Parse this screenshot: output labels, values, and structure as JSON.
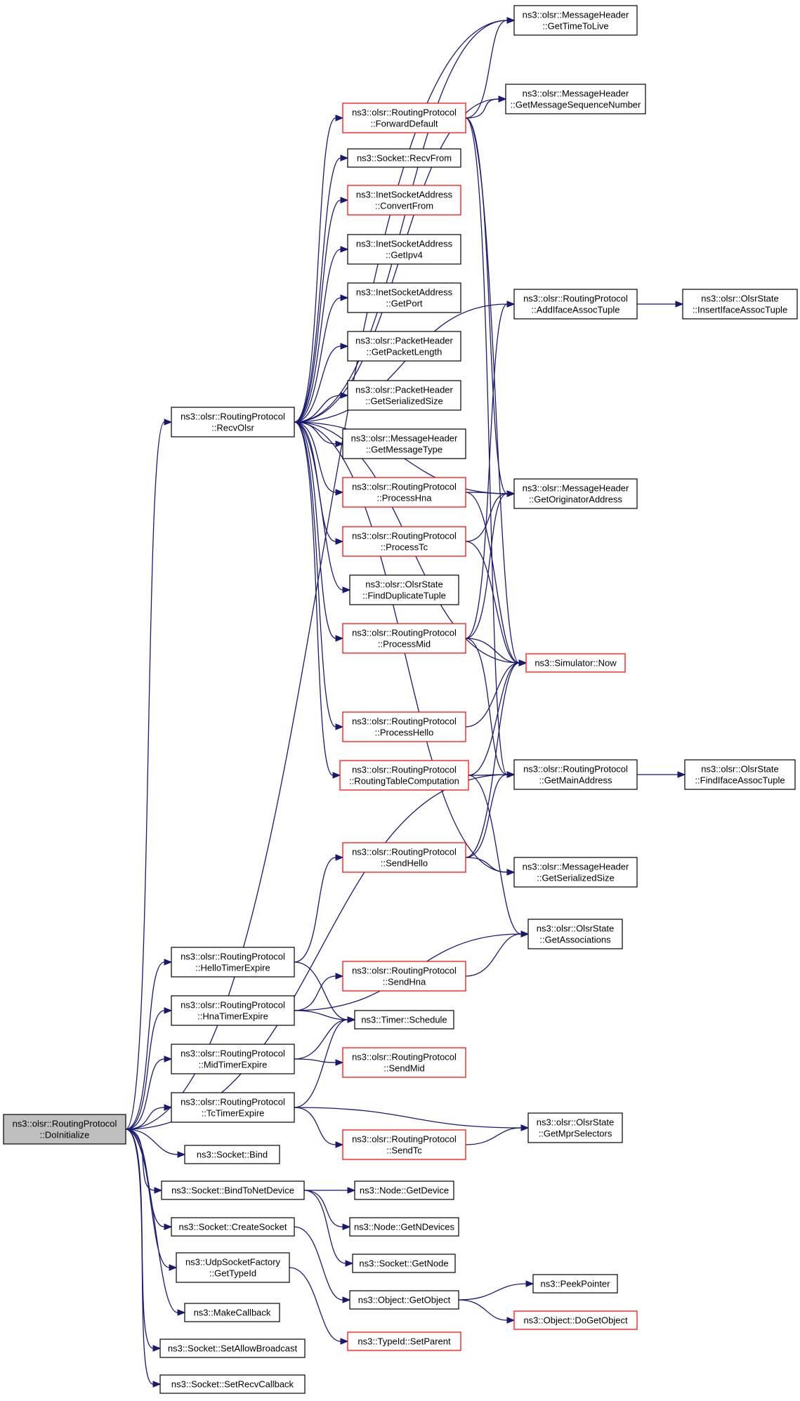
{
  "nodes": [
    {
      "id": "doinit",
      "lines": [
        "ns3::olsr::RoutingProtocol",
        "::DoInitialize"
      ],
      "style": "root"
    },
    {
      "id": "recvolsr",
      "lines": [
        "ns3::olsr::RoutingProtocol",
        "::RecvOlsr"
      ],
      "style": "black"
    },
    {
      "id": "hellotimer",
      "lines": [
        "ns3::olsr::RoutingProtocol",
        "::HelloTimerExpire"
      ],
      "style": "black"
    },
    {
      "id": "hnatimer",
      "lines": [
        "ns3::olsr::RoutingProtocol",
        "::HnaTimerExpire"
      ],
      "style": "black"
    },
    {
      "id": "midtimer",
      "lines": [
        "ns3::olsr::RoutingProtocol",
        "::MidTimerExpire"
      ],
      "style": "black"
    },
    {
      "id": "tctimer",
      "lines": [
        "ns3::olsr::RoutingProtocol",
        "::TcTimerExpire"
      ],
      "style": "black"
    },
    {
      "id": "bind",
      "lines": [
        "ns3::Socket::Bind"
      ],
      "style": "black"
    },
    {
      "id": "bindnet",
      "lines": [
        "ns3::Socket::BindToNetDevice"
      ],
      "style": "black"
    },
    {
      "id": "createsock",
      "lines": [
        "ns3::Socket::CreateSocket"
      ],
      "style": "black"
    },
    {
      "id": "udpfactory",
      "lines": [
        "ns3::UdpSocketFactory",
        "::GetTypeId"
      ],
      "style": "black"
    },
    {
      "id": "makecb",
      "lines": [
        "ns3::MakeCallback"
      ],
      "style": "black"
    },
    {
      "id": "setbcast",
      "lines": [
        "ns3::Socket::SetAllowBroadcast"
      ],
      "style": "black"
    },
    {
      "id": "setrecvcb",
      "lines": [
        "ns3::Socket::SetRecvCallback"
      ],
      "style": "black"
    },
    {
      "id": "fwddefault",
      "lines": [
        "ns3::olsr::RoutingProtocol",
        "::ForwardDefault"
      ],
      "style": "red"
    },
    {
      "id": "recvfrom",
      "lines": [
        "ns3::Socket::RecvFrom"
      ],
      "style": "black"
    },
    {
      "id": "convertfrom",
      "lines": [
        "ns3::InetSocketAddress",
        "::ConvertFrom"
      ],
      "style": "red"
    },
    {
      "id": "getipv4",
      "lines": [
        "ns3::InetSocketAddress",
        "::GetIpv4"
      ],
      "style": "black"
    },
    {
      "id": "getport",
      "lines": [
        "ns3::InetSocketAddress",
        "::GetPort"
      ],
      "style": "black"
    },
    {
      "id": "pktlen",
      "lines": [
        "ns3::olsr::PacketHeader",
        "::GetPacketLength"
      ],
      "style": "black"
    },
    {
      "id": "pktser",
      "lines": [
        "ns3::olsr::PacketHeader",
        "::GetSerializedSize"
      ],
      "style": "black"
    },
    {
      "id": "msgtype",
      "lines": [
        "ns3::olsr::MessageHeader",
        "::GetMessageType"
      ],
      "style": "black"
    },
    {
      "id": "prochna",
      "lines": [
        "ns3::olsr::RoutingProtocol",
        "::ProcessHna"
      ],
      "style": "red"
    },
    {
      "id": "proctc",
      "lines": [
        "ns3::olsr::RoutingProtocol",
        "::ProcessTc"
      ],
      "style": "red"
    },
    {
      "id": "finddup",
      "lines": [
        "ns3::olsr::OlsrState",
        "::FindDuplicateTuple"
      ],
      "style": "black"
    },
    {
      "id": "procmid",
      "lines": [
        "ns3::olsr::RoutingProtocol",
        "::ProcessMid"
      ],
      "style": "red"
    },
    {
      "id": "prochello",
      "lines": [
        "ns3::olsr::RoutingProtocol",
        "::ProcessHello"
      ],
      "style": "red"
    },
    {
      "id": "rtcomp",
      "lines": [
        "ns3::olsr::RoutingProtocol",
        "::RoutingTableComputation"
      ],
      "style": "red"
    },
    {
      "id": "sendhello",
      "lines": [
        "ns3::olsr::RoutingProtocol",
        "::SendHello"
      ],
      "style": "red"
    },
    {
      "id": "sendhna",
      "lines": [
        "ns3::olsr::RoutingProtocol",
        "::SendHna"
      ],
      "style": "red"
    },
    {
      "id": "timersched",
      "lines": [
        "ns3::Timer::Schedule"
      ],
      "style": "black"
    },
    {
      "id": "sendmid",
      "lines": [
        "ns3::olsr::RoutingProtocol",
        "::SendMid"
      ],
      "style": "red"
    },
    {
      "id": "sendtc",
      "lines": [
        "ns3::olsr::RoutingProtocol",
        "::SendTc"
      ],
      "style": "red"
    },
    {
      "id": "getdevice",
      "lines": [
        "ns3::Node::GetDevice"
      ],
      "style": "black"
    },
    {
      "id": "getndev",
      "lines": [
        "ns3::Node::GetNDevices"
      ],
      "style": "black"
    },
    {
      "id": "getnode",
      "lines": [
        "ns3::Socket::GetNode"
      ],
      "style": "black"
    },
    {
      "id": "getobject",
      "lines": [
        "ns3::Object::GetObject"
      ],
      "style": "black"
    },
    {
      "id": "setparent",
      "lines": [
        "ns3::TypeId::SetParent"
      ],
      "style": "red"
    },
    {
      "id": "ttl",
      "lines": [
        "ns3::olsr::MessageHeader",
        "::GetTimeToLive"
      ],
      "style": "black"
    },
    {
      "id": "seqnum",
      "lines": [
        "ns3::olsr::MessageHeader",
        "::GetMessageSequenceNumber"
      ],
      "style": "black"
    },
    {
      "id": "addiface",
      "lines": [
        "ns3::olsr::RoutingProtocol",
        "::AddIfaceAssocTuple"
      ],
      "style": "black"
    },
    {
      "id": "origaddr",
      "lines": [
        "ns3::olsr::MessageHeader",
        "::GetOriginatorAddress"
      ],
      "style": "black"
    },
    {
      "id": "simnow",
      "lines": [
        "ns3::Simulator::Now"
      ],
      "style": "red"
    },
    {
      "id": "mainaddr",
      "lines": [
        "ns3::olsr::RoutingProtocol",
        "::GetMainAddress"
      ],
      "style": "black"
    },
    {
      "id": "msgser",
      "lines": [
        "ns3::olsr::MessageHeader",
        "::GetSerializedSize"
      ],
      "style": "black"
    },
    {
      "id": "getassoc",
      "lines": [
        "ns3::olsr::OlsrState",
        "::GetAssociations"
      ],
      "style": "black"
    },
    {
      "id": "mprsel",
      "lines": [
        "ns3::olsr::OlsrState",
        "::GetMprSelectors"
      ],
      "style": "black"
    },
    {
      "id": "peekptr",
      "lines": [
        "ns3::PeekPointer"
      ],
      "style": "black"
    },
    {
      "id": "dogetobj",
      "lines": [
        "ns3::Object::DoGetObject"
      ],
      "style": "red"
    },
    {
      "id": "insiface",
      "lines": [
        "ns3::olsr::OlsrState",
        "::InsertIfaceAssocTuple"
      ],
      "style": "black"
    },
    {
      "id": "findiface",
      "lines": [
        "ns3::olsr::OlsrState",
        "::FindIfaceAssocTuple"
      ],
      "style": "black"
    }
  ],
  "edges": [
    [
      "doinit",
      "recvolsr"
    ],
    [
      "doinit",
      "hellotimer"
    ],
    [
      "doinit",
      "hnatimer"
    ],
    [
      "doinit",
      "midtimer"
    ],
    [
      "doinit",
      "tctimer"
    ],
    [
      "doinit",
      "bind"
    ],
    [
      "doinit",
      "bindnet"
    ],
    [
      "doinit",
      "createsock"
    ],
    [
      "doinit",
      "udpfactory"
    ],
    [
      "doinit",
      "makecb"
    ],
    [
      "doinit",
      "setbcast"
    ],
    [
      "doinit",
      "setrecvcb"
    ],
    [
      "doinit",
      "ttl"
    ],
    [
      "doinit",
      "mainaddr"
    ],
    [
      "recvolsr",
      "fwddefault"
    ],
    [
      "recvolsr",
      "recvfrom"
    ],
    [
      "recvolsr",
      "convertfrom"
    ],
    [
      "recvolsr",
      "getipv4"
    ],
    [
      "recvolsr",
      "getport"
    ],
    [
      "recvolsr",
      "pktlen"
    ],
    [
      "recvolsr",
      "pktser"
    ],
    [
      "recvolsr",
      "msgtype"
    ],
    [
      "recvolsr",
      "prochna"
    ],
    [
      "recvolsr",
      "proctc"
    ],
    [
      "recvolsr",
      "finddup"
    ],
    [
      "recvolsr",
      "procmid"
    ],
    [
      "recvolsr",
      "prochello"
    ],
    [
      "recvolsr",
      "rtcomp"
    ],
    [
      "recvolsr",
      "ttl"
    ],
    [
      "recvolsr",
      "seqnum"
    ],
    [
      "recvolsr",
      "origaddr"
    ],
    [
      "recvolsr",
      "simnow"
    ],
    [
      "recvolsr",
      "msgser"
    ],
    [
      "recvolsr",
      "addiface"
    ],
    [
      "fwddefault",
      "ttl"
    ],
    [
      "fwddefault",
      "seqnum"
    ],
    [
      "fwddefault",
      "origaddr"
    ],
    [
      "fwddefault",
      "simnow"
    ],
    [
      "fwddefault",
      "mainaddr"
    ],
    [
      "prochna",
      "origaddr"
    ],
    [
      "prochna",
      "simnow"
    ],
    [
      "proctc",
      "origaddr"
    ],
    [
      "proctc",
      "simnow"
    ],
    [
      "procmid",
      "addiface"
    ],
    [
      "procmid",
      "origaddr"
    ],
    [
      "procmid",
      "simnow"
    ],
    [
      "procmid",
      "mainaddr"
    ],
    [
      "prochello",
      "simnow"
    ],
    [
      "rtcomp",
      "simnow"
    ],
    [
      "rtcomp",
      "mainaddr"
    ],
    [
      "rtcomp",
      "getassoc"
    ],
    [
      "hellotimer",
      "sendhello"
    ],
    [
      "hellotimer",
      "timersched"
    ],
    [
      "sendhello",
      "simnow"
    ],
    [
      "sendhello",
      "mainaddr"
    ],
    [
      "sendhello",
      "msgser"
    ],
    [
      "hnatimer",
      "sendhna"
    ],
    [
      "hnatimer",
      "timersched"
    ],
    [
      "hnatimer",
      "getassoc"
    ],
    [
      "sendhna",
      "getassoc"
    ],
    [
      "midtimer",
      "timersched"
    ],
    [
      "midtimer",
      "sendmid"
    ],
    [
      "tctimer",
      "timersched"
    ],
    [
      "tctimer",
      "sendtc"
    ],
    [
      "tctimer",
      "mprsel"
    ],
    [
      "sendtc",
      "mprsel"
    ],
    [
      "bindnet",
      "getdevice"
    ],
    [
      "bindnet",
      "getndev"
    ],
    [
      "bindnet",
      "getnode"
    ],
    [
      "createsock",
      "getobject"
    ],
    [
      "udpfactory",
      "setparent"
    ],
    [
      "getobject",
      "peekptr"
    ],
    [
      "getobject",
      "dogetobj"
    ],
    [
      "addiface",
      "insiface"
    ],
    [
      "mainaddr",
      "findiface"
    ]
  ]
}
